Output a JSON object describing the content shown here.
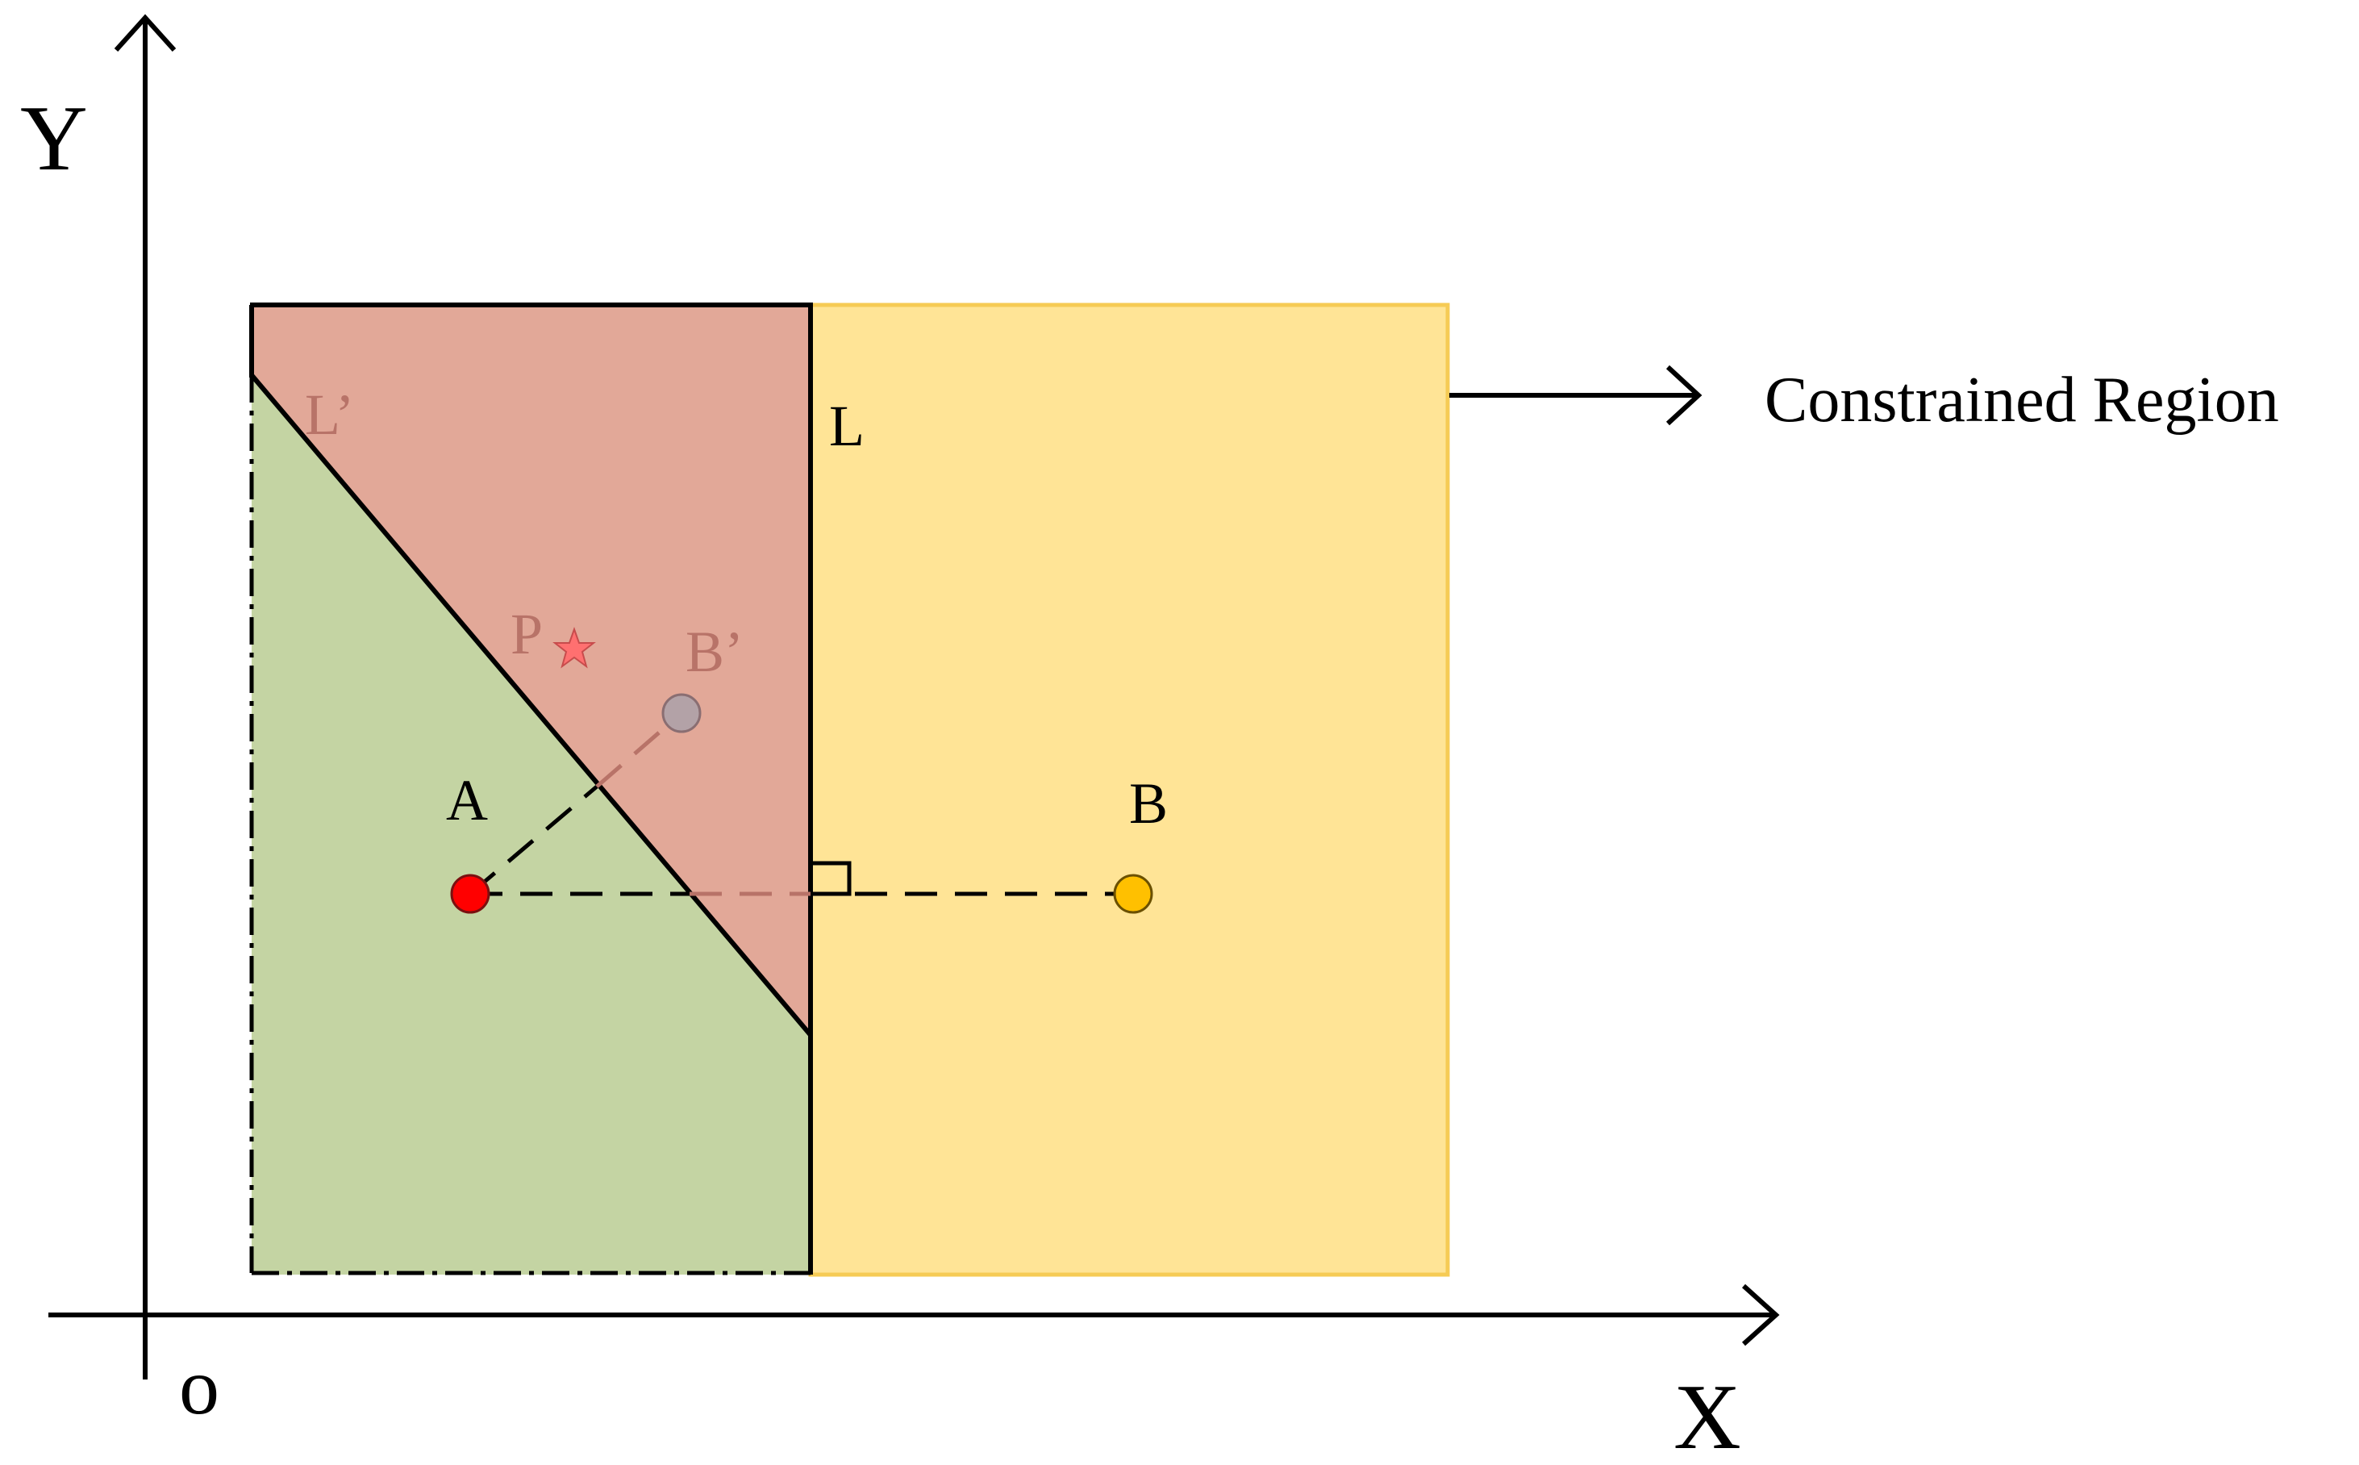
{
  "diagram": {
    "axis_labels": {
      "y": "Y",
      "x": "X",
      "origin": "o"
    },
    "region_label": "Constrained Region",
    "line_labels": {
      "L": "L",
      "L_prime": "L’"
    },
    "point_labels": {
      "A": "A",
      "B": "B",
      "B_prime": "B’",
      "P": "P"
    },
    "colors": {
      "constrained_region": "#FFE496",
      "constrained_region_border": "#F6CB55",
      "reflected_region": "#E2A898",
      "feasible_region": "#C4D4A3",
      "point_A": "#FF0000",
      "point_B": "#FFC000",
      "point_B_prime": "#B3A2A7",
      "star_P": "#FF7070",
      "faded_label": "#B87368",
      "axis": "#000000"
    }
  }
}
